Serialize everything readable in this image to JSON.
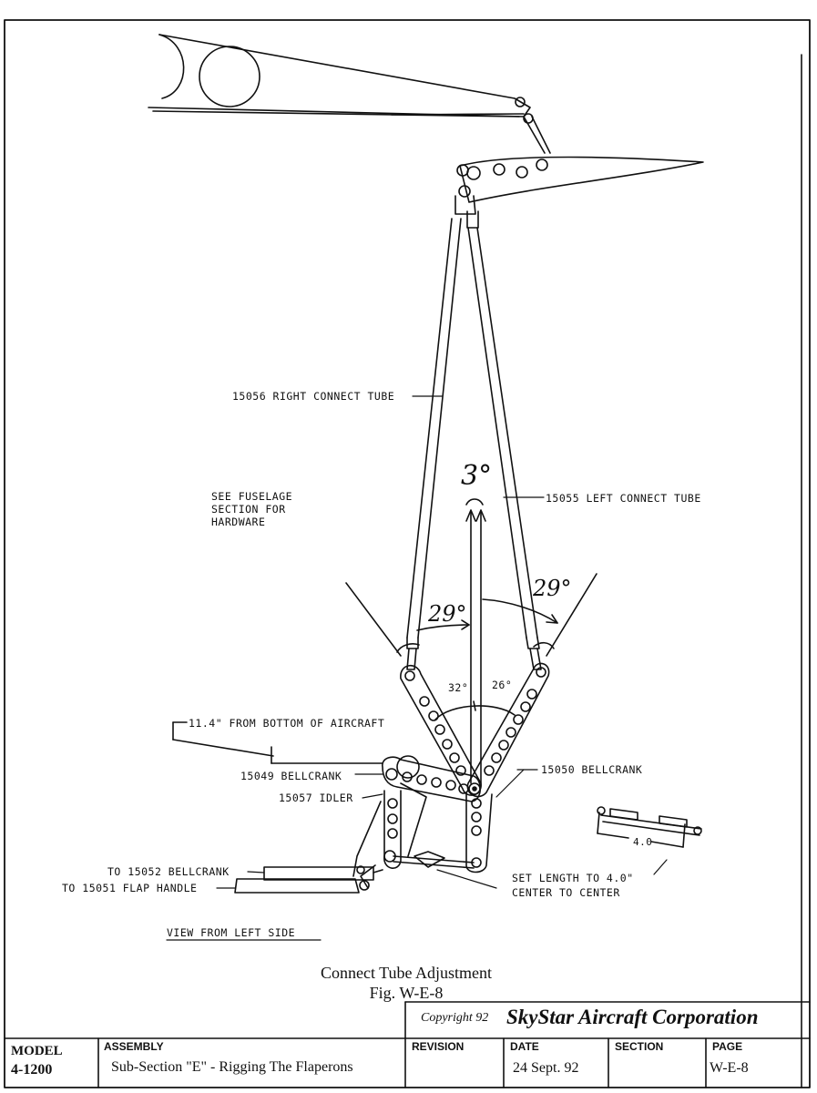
{
  "labels": {
    "right_tube": "15056 RIGHT CONNECT TUBE",
    "left_tube": "15055 LEFT CONNECT TUBE",
    "see_fuselage": [
      "SEE FUSELAGE",
      "SECTION FOR",
      "HARDWARE"
    ],
    "height_note": "11.4\" FROM BOTTOM OF AIRCRAFT",
    "bellcrank_15049": "15049 BELLCRANK",
    "idler": "15057 IDLER",
    "bellcrank_15050": "15050 BELLCRANK",
    "to_15052": "TO 15052 BELLCRANK",
    "to_15051": "TO 15051 FLAP HANDLE",
    "set_length": [
      "SET LENGTH TO 4.0\"",
      "CENTER TO CENTER"
    ],
    "view": "VIEW FROM LEFT SIDE",
    "dim_4": "4.0"
  },
  "angles": {
    "top": "3°",
    "left_29": "29°",
    "right_29": "29°",
    "a32": "32°",
    "a26": "26°"
  },
  "caption": {
    "title": "Connect Tube Adjustment",
    "fig": "Fig. W-E-8"
  },
  "title_block": {
    "copyright_prefix": "Copyright 92",
    "company": "SkyStar Aircraft Corporation",
    "model_label": "MODEL",
    "model_value": "4-1200",
    "assembly_label": "ASSEMBLY",
    "assembly_value": "Sub-Section \"E\" - Rigging The Flaperons",
    "revision_label": "REVISION",
    "date_label": "DATE",
    "date_value": "24 Sept. 92",
    "section_label": "SECTION",
    "page_label": "PAGE",
    "page_value": "W-E-8"
  }
}
